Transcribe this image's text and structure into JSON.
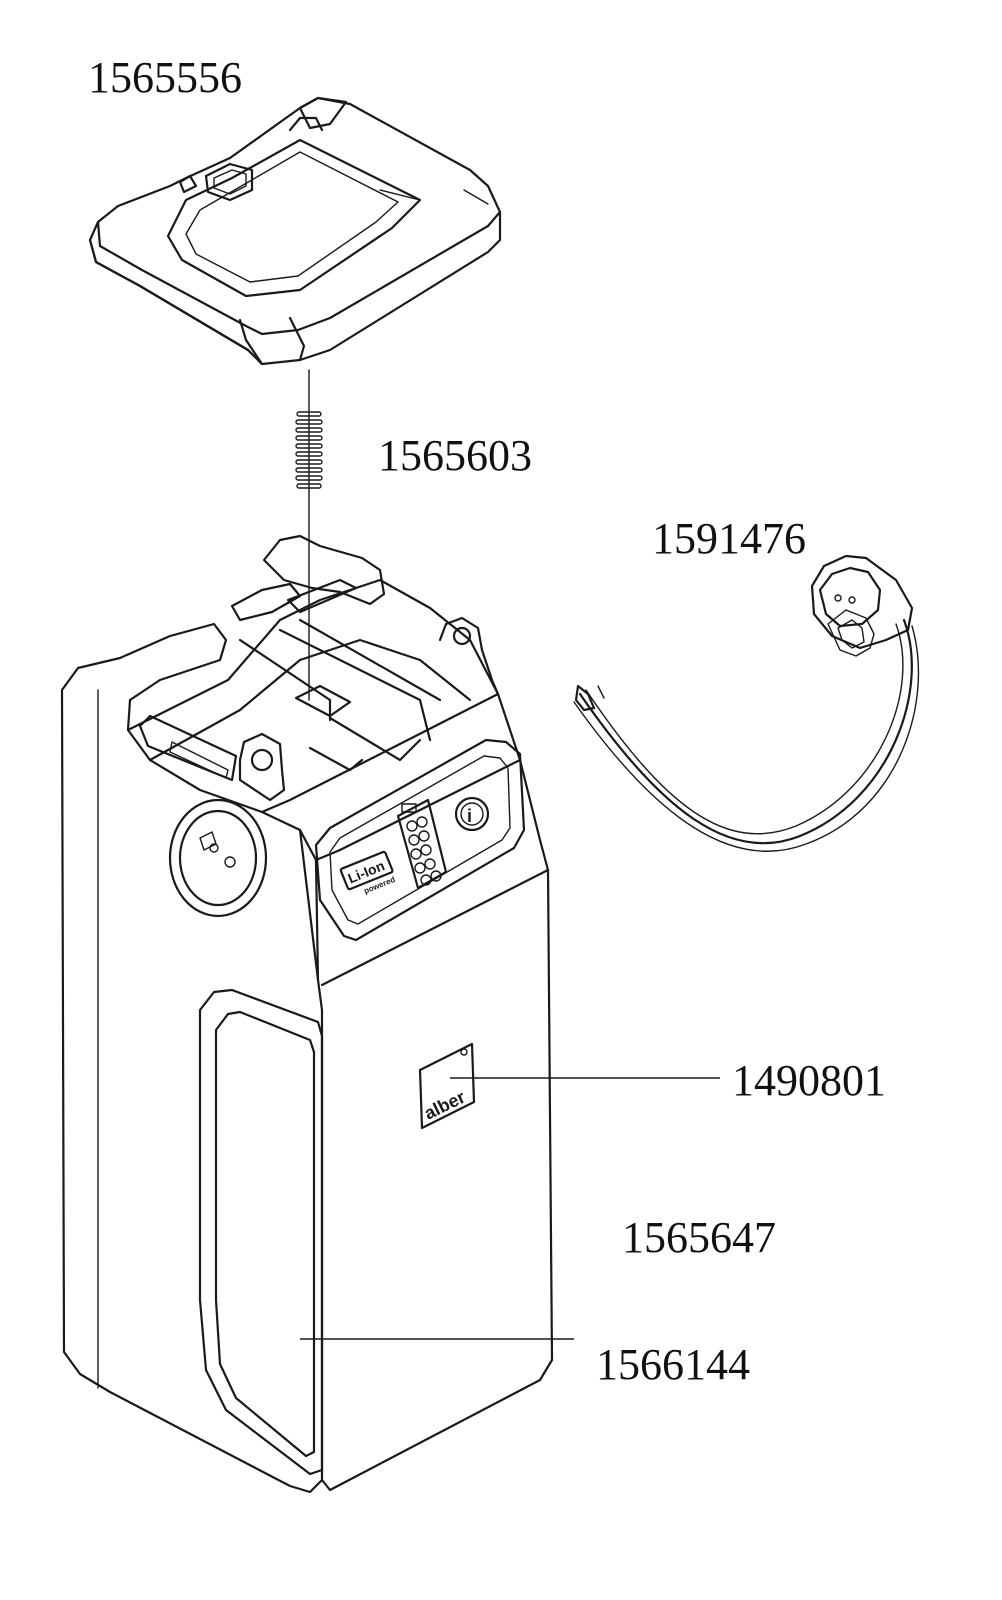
{
  "labels": {
    "cover": "1565556",
    "spring": "1565603",
    "cable_plug": "1591476",
    "logo_plate": "1490801",
    "housing": "1565647",
    "handle_insert": "1566144"
  },
  "panel": {
    "battery_badge": "Li-Ion",
    "battery_badge_sub": "powered",
    "info_symbol": "i"
  },
  "logo_plate": {
    "brand": "alber"
  }
}
